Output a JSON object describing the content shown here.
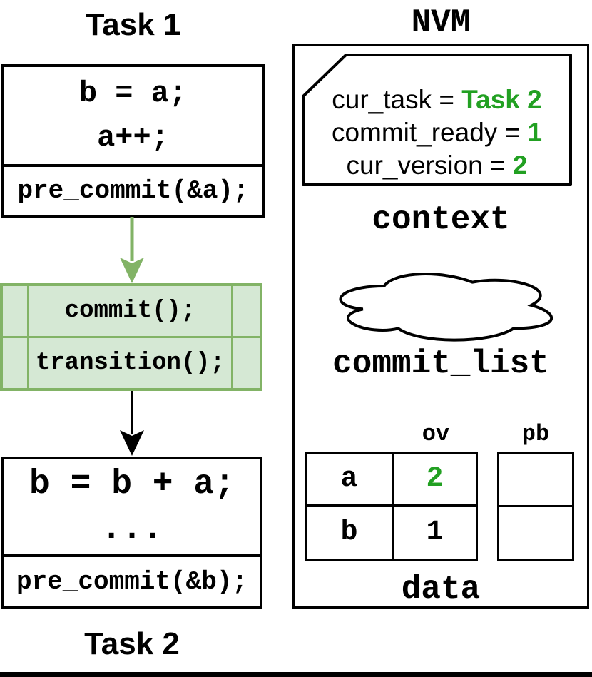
{
  "colors": {
    "highlight_fill": "#d5e8d4",
    "highlight_stroke": "#82b366",
    "accent_green": "#22a022"
  },
  "task1": {
    "title": "Task 1",
    "line1": "b = a;",
    "line2": "a++;",
    "footer": "pre_commit(&a);"
  },
  "commit_block": {
    "row1": "commit();",
    "row2": "transition();"
  },
  "task2": {
    "title": "Task 2",
    "line1": "b = b + a;",
    "line2": "...",
    "footer": "pre_commit(&b);"
  },
  "nvm": {
    "title": "NVM",
    "context": {
      "label": "context",
      "line1_key": "cur_task = ",
      "line1_value": "Task 2",
      "line2_key": "commit_ready = ",
      "line2_value": "1",
      "line3_key": "cur_version = ",
      "line3_value": "2"
    },
    "commit_list": {
      "label": "commit_list"
    },
    "data": {
      "label": "data",
      "col1_header": "ov",
      "col2_header": "pb",
      "row1_name": "a",
      "row1_ov": "2",
      "row2_name": "b",
      "row2_ov": "1"
    }
  }
}
